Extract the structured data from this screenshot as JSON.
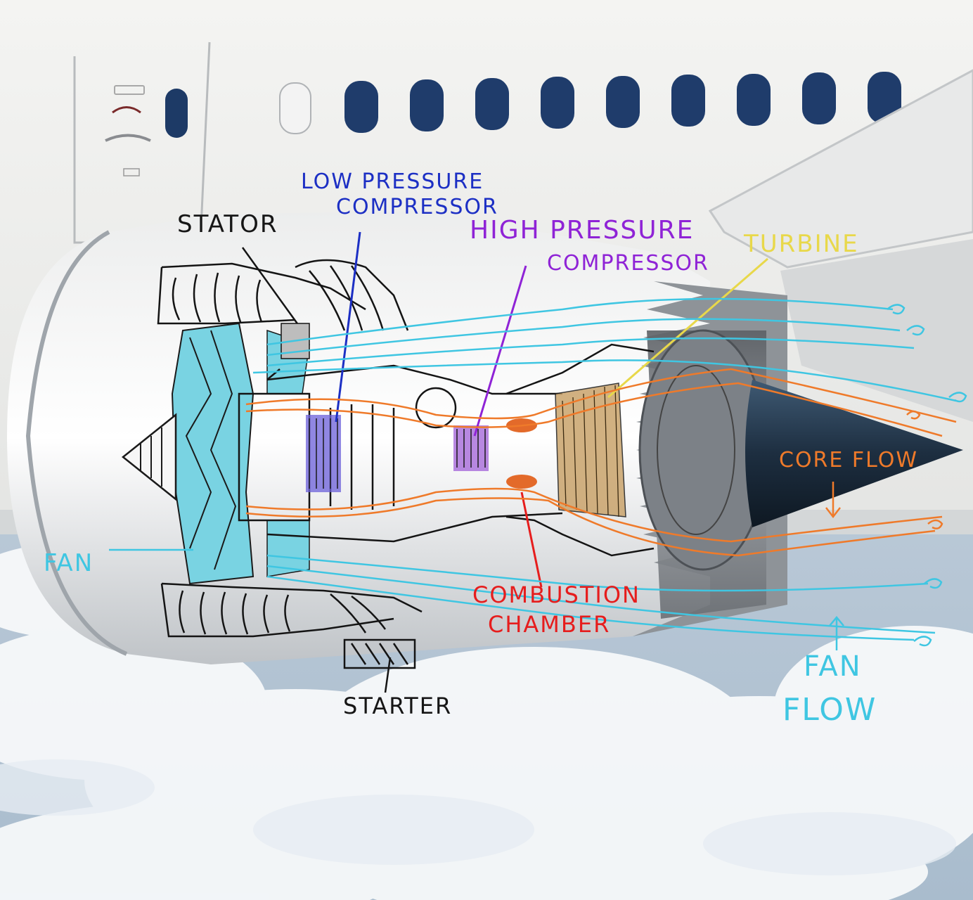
{
  "labels": {
    "stator": "STATOR",
    "low_pressure_compressor_line1": "LOW PRESSURE",
    "low_pressure_compressor_line2": "COMPRESSOR",
    "high_pressure_compressor_line1": "HIGH PRESSURE",
    "high_pressure_compressor_line2": "COMPRESSOR",
    "turbine": "TURBINE",
    "core_flow": "CORE FLOW",
    "fan": "FAN",
    "combustion_chamber_line1": "COMBUSTION",
    "combustion_chamber_line2": "CHAMBER",
    "starter": "STARTER",
    "fan_flow_line1": "FAN",
    "fan_flow_line2": "FLOW"
  },
  "colors": {
    "stator": "#161616",
    "low_pressure_compressor": "#1c2fc4",
    "high_pressure_compressor": "#8f23d6",
    "turbine": "#e8d84a",
    "core_flow": "#ef7a2a",
    "fan": "#3fc6e2",
    "combustion_chamber": "#e61d1d",
    "starter": "#161616",
    "fan_flow": "#3fc6e2"
  }
}
